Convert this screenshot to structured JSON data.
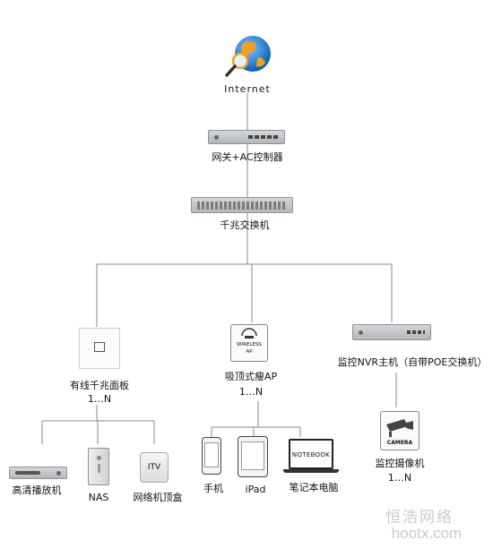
{
  "nodes": {
    "internet": "Internet",
    "gateway": "网关+AC控制器",
    "switch": "千兆交换机",
    "wall_panel": "有线千兆面板",
    "wall_panel_mult": "1…N",
    "ap": "吸顶式瘦AP",
    "ap_mult": "1…N",
    "ap_icon_text_1": "WIRELESS",
    "ap_icon_text_2": "AP",
    "nvr": "监控NVR主机（自带POE交换机）",
    "camera": "监控摄像机",
    "camera_mult": "1…N",
    "camera_icon_text": "CAMERA",
    "hd_player": "高清播放机",
    "nas": "NAS",
    "stb": "网络机顶盒",
    "stb_icon_text": "ITV",
    "phone": "手机",
    "ipad": "iPad",
    "laptop": "笔记本电脑",
    "laptop_screen_text": "NOTEBOOK"
  },
  "watermark": {
    "line1": "恒浩网络",
    "line2": "hootx.com"
  }
}
